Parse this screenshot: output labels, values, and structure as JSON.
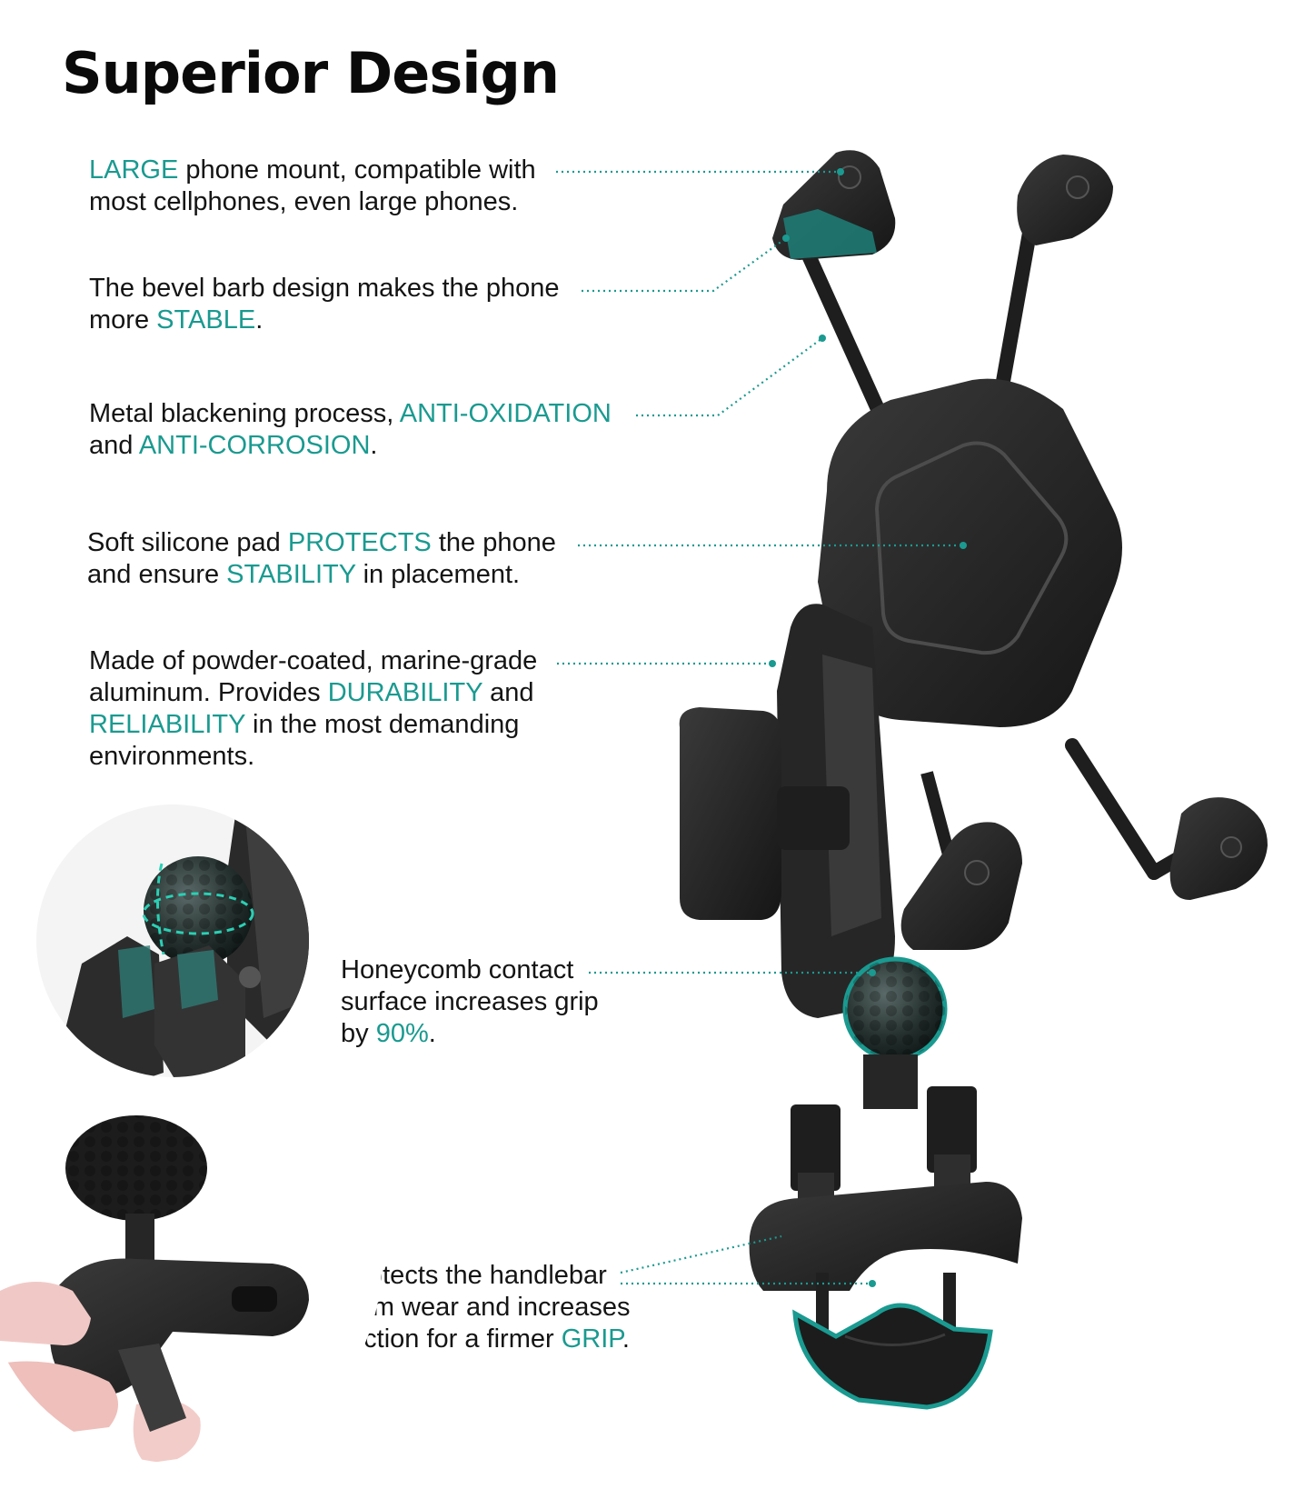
{
  "page": {
    "title": "Superior Design",
    "accent_color": "#1a9a90",
    "features": [
      {
        "id": "large-mount",
        "lines": [
          [
            {
              "t": "LARGE",
              "hl": true
            },
            {
              "t": " phone mount, compatible with"
            }
          ],
          [
            {
              "t": "most cellphones, even large phones."
            }
          ]
        ]
      },
      {
        "id": "bevel-barb",
        "lines": [
          [
            {
              "t": "The bevel barb design makes the phone"
            }
          ],
          [
            {
              "t": "more "
            },
            {
              "t": "STABLE",
              "hl": true
            },
            {
              "t": "."
            }
          ]
        ]
      },
      {
        "id": "metal-blackening",
        "lines": [
          [
            {
              "t": "Metal blackening process, "
            },
            {
              "t": "ANTI-OXIDATION",
              "hl": true
            }
          ],
          [
            {
              "t": "and "
            },
            {
              "t": "ANTI-CORROSION",
              "hl": true
            },
            {
              "t": "."
            }
          ]
        ]
      },
      {
        "id": "silicone-pad",
        "lines": [
          [
            {
              "t": "Soft silicone pad "
            },
            {
              "t": "PROTECTS",
              "hl": true
            },
            {
              "t": " the phone"
            }
          ],
          [
            {
              "t": "and ensure "
            },
            {
              "t": "STABILITY",
              "hl": true
            },
            {
              "t": " in placement."
            }
          ]
        ]
      },
      {
        "id": "aluminum",
        "lines": [
          [
            {
              "t": "Made of powder-coated, marine-grade"
            }
          ],
          [
            {
              "t": "aluminum. Provides "
            },
            {
              "t": "DURABILITY",
              "hl": true
            },
            {
              "t": " and"
            }
          ],
          [
            {
              "t": "RELIABILITY",
              "hl": true
            },
            {
              "t": " in the most demanding"
            }
          ],
          [
            {
              "t": "environments."
            }
          ]
        ]
      },
      {
        "id": "honeycomb",
        "lines": [
          [
            {
              "t": "Honeycomb contact"
            }
          ],
          [
            {
              "t": "surface increases grip"
            }
          ],
          [
            {
              "t": "by "
            },
            {
              "t": "90%",
              "hl": true
            },
            {
              "t": "."
            }
          ]
        ]
      },
      {
        "id": "handlebar",
        "lines": [
          [
            {
              "t": "Protects the handlebar"
            }
          ],
          [
            {
              "t": "from wear and increases"
            }
          ],
          [
            {
              "t": "friction for a firmer "
            },
            {
              "t": "GRIP",
              "hl": true
            },
            {
              "t": "."
            }
          ]
        ]
      }
    ],
    "images": [
      {
        "name": "phone-mount-product-image"
      },
      {
        "name": "ball-joint-detail-image"
      },
      {
        "name": "base-ball-hand-image"
      }
    ]
  }
}
